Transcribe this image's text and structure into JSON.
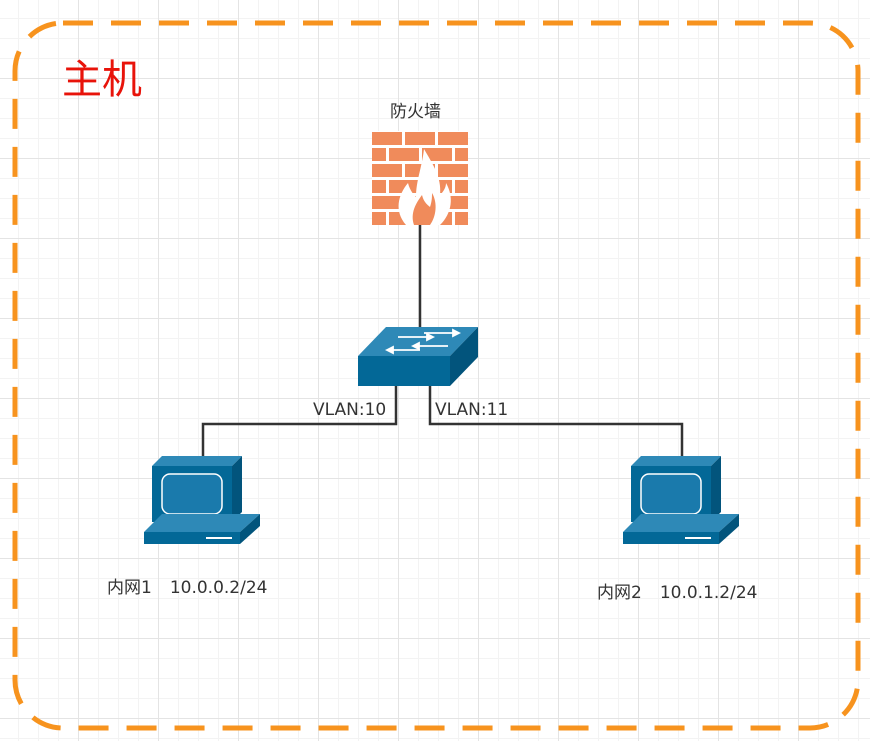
{
  "host": {
    "title": "主机"
  },
  "firewall": {
    "label": "防火墙"
  },
  "switch": {
    "port_left": "VLAN:10",
    "port_right": "VLAN:11"
  },
  "hosts": [
    {
      "name": "内网1",
      "ip": "10.0.0.2/24"
    },
    {
      "name": "内网2",
      "ip": "10.0.1.2/24"
    }
  ],
  "colors": {
    "boundary": "#F7931E",
    "host_title": "#E8130A",
    "firewall": "#F08B5B",
    "firewall_mortar": "#FFFFFF",
    "device": "#036897",
    "link": "#333333"
  },
  "icons": {
    "firewall": "firewall-icon",
    "switch": "switch-icon",
    "pc": "workstation-icon"
  }
}
